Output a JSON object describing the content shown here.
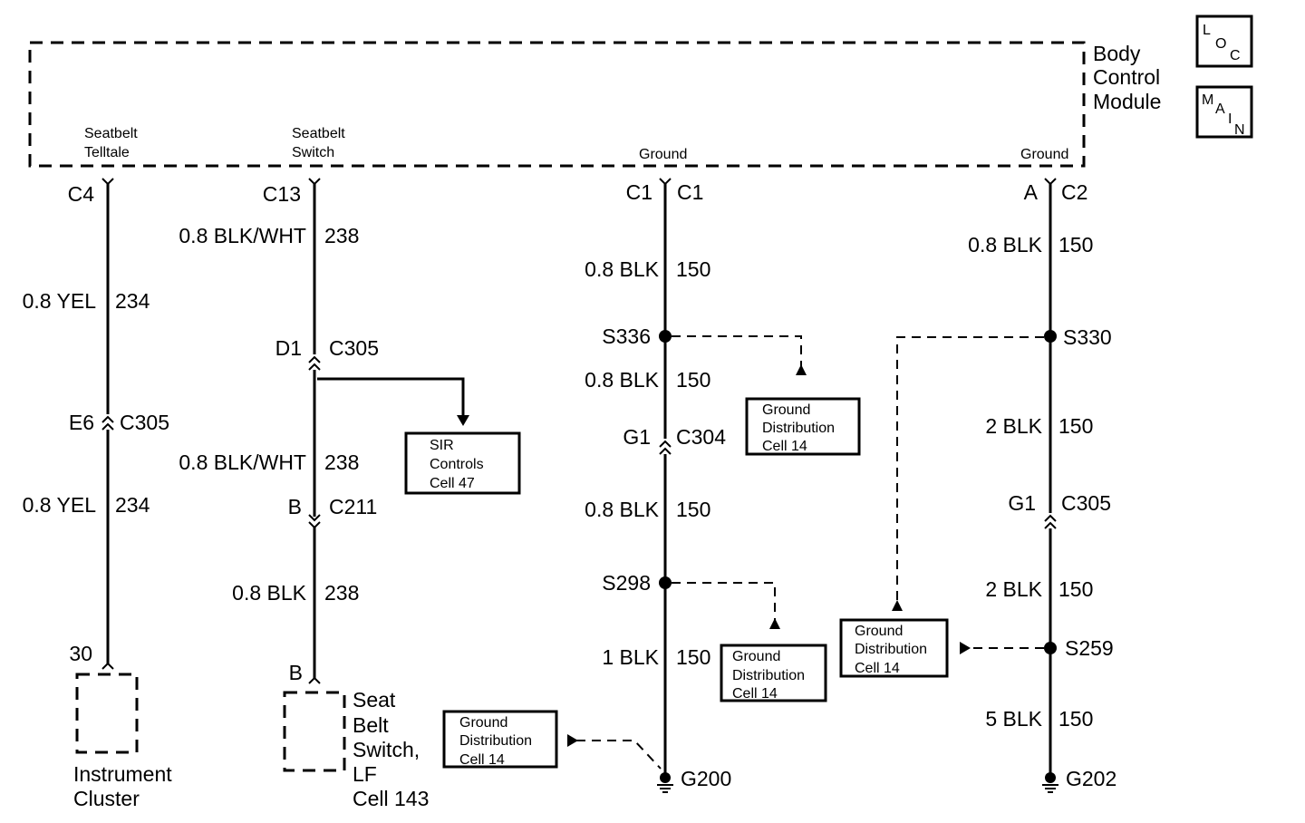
{
  "module": {
    "name": [
      "Body",
      "Control",
      "Module"
    ]
  },
  "icons": {
    "loc": [
      "L",
      "O",
      "C"
    ],
    "main": [
      "M",
      "A",
      "I",
      "N"
    ]
  },
  "pins": {
    "seatbelt_telltale": [
      "Seatbelt",
      "Telltale"
    ],
    "seatbelt_switch": [
      "Seatbelt",
      "Switch"
    ],
    "ground1": "Ground",
    "ground2": "Ground"
  },
  "wire1": {
    "conn_top": "C4",
    "seg1": {
      "size_color": "0.8 YEL",
      "circuit": "234"
    },
    "inline_pin": "E6",
    "inline_conn": "C305",
    "seg2": {
      "size_color": "0.8 YEL",
      "circuit": "234"
    },
    "end_pin": "30",
    "component": [
      "Instrument",
      "Cluster"
    ]
  },
  "wire2": {
    "conn_top": "C13",
    "seg1": {
      "size_color": "0.8 BLK/WHT",
      "circuit": "238"
    },
    "inline1_pin": "D1",
    "inline1_conn": "C305",
    "seg2": {
      "size_color": "0.8 BLK/WHT",
      "circuit": "238"
    },
    "inline2_pin": "B",
    "inline2_conn": "C211",
    "seg3": {
      "size_color": "0.8 BLK",
      "circuit": "238"
    },
    "end_pin": "B",
    "component": [
      "Seat",
      "Belt",
      "Switch,",
      "LF",
      "Cell 143"
    ],
    "ref_box": [
      "SIR",
      "Controls",
      "Cell 47"
    ]
  },
  "wire3": {
    "conn_left": "C1",
    "conn_right": "C1",
    "seg1": {
      "size_color": "0.8 BLK",
      "circuit": "150"
    },
    "splice1": "S336",
    "seg2": {
      "size_color": "0.8 BLK",
      "circuit": "150"
    },
    "inline_pin": "G1",
    "inline_conn": "C304",
    "seg3": {
      "size_color": "0.8 BLK",
      "circuit": "150"
    },
    "splice2": "S298",
    "seg4": {
      "size_color": "1 BLK",
      "circuit": "150"
    },
    "ground": "G200"
  },
  "wire4": {
    "conn_left": "A",
    "conn_right": "C2",
    "seg1": {
      "size_color": "0.8 BLK",
      "circuit": "150"
    },
    "splice1": "S330",
    "seg2": {
      "size_color": "2 BLK",
      "circuit": "150"
    },
    "inline_pin": "G1",
    "inline_conn": "C305",
    "seg3": {
      "size_color": "2 BLK",
      "circuit": "150"
    },
    "splice2": "S259",
    "seg4": {
      "size_color": "5 BLK",
      "circuit": "150"
    },
    "ground": "G202"
  },
  "ground_dist": [
    "Ground",
    "Distribution",
    "Cell 14"
  ]
}
